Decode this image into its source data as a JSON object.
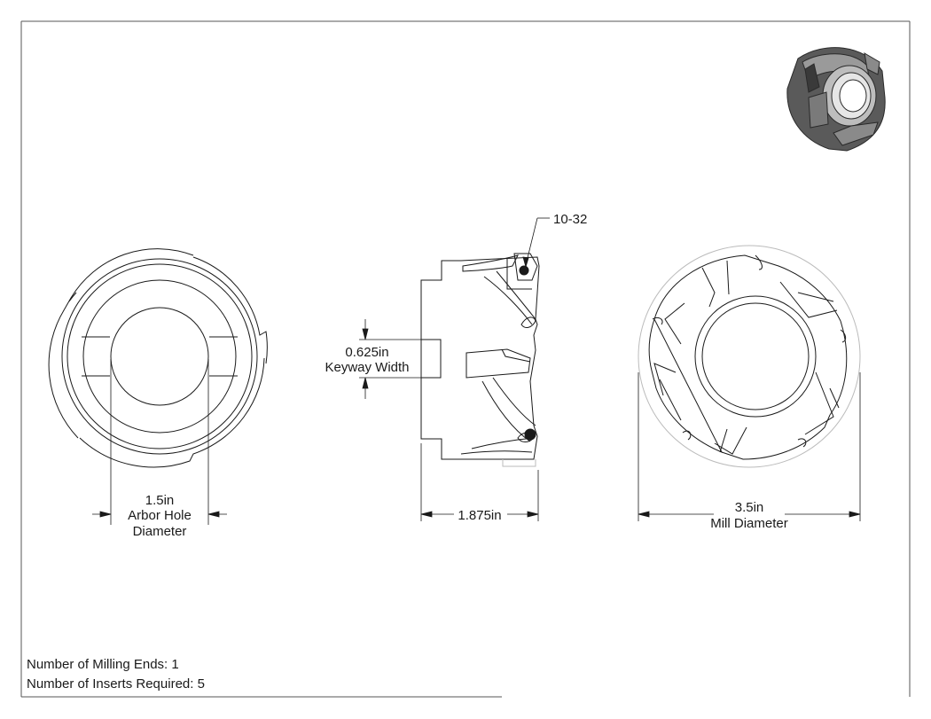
{
  "callouts": {
    "thread": "10-32",
    "keyway_value": "0.625in",
    "keyway_label": "Keyway Width",
    "arbor_value": "1.5in",
    "arbor_label_1": "Arbor Hole",
    "arbor_label_2": "Diameter",
    "length_value": "1.875in",
    "mill_value": "3.5in",
    "mill_label": "Mill Diameter"
  },
  "notes": {
    "milling_ends": "Number of Milling Ends: 1",
    "inserts_required": "Number of Inserts Required: 5"
  },
  "colors": {
    "line": "#1a1a1a",
    "border": "#555555",
    "render_dark": "#3a3a3a",
    "render_mid": "#7a7a7a",
    "render_light": "#bdbdbd"
  }
}
